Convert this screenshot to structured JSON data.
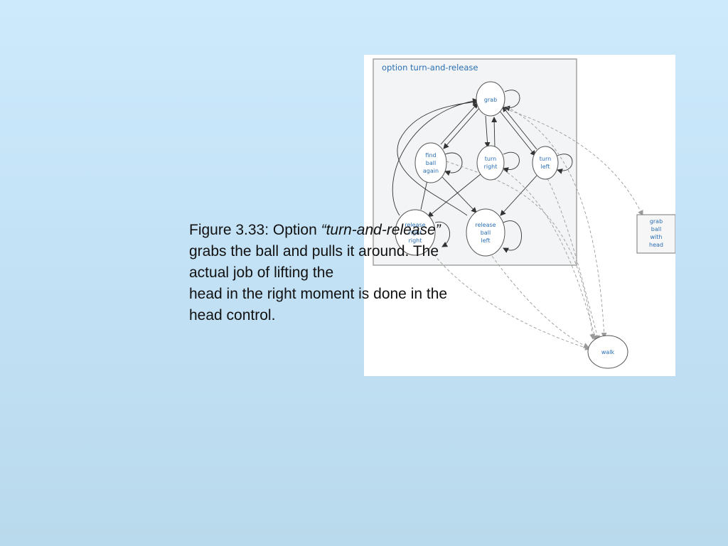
{
  "slide": {
    "background_top": "#cdeafc",
    "background_bottom": "#b9d9ec"
  },
  "diagram": {
    "cluster_label": "option turn-and-release",
    "nodes": {
      "grab": [
        "grab"
      ],
      "find_ball_again": [
        "find",
        "ball",
        "again"
      ],
      "turn_right": [
        "turn",
        "right"
      ],
      "turn_left": [
        "turn",
        "left"
      ],
      "release_right": [
        "release",
        "right",
        "right"
      ],
      "release_left": [
        "release",
        "ball",
        "left"
      ],
      "grab_ball_with_head": [
        "grab",
        "ball",
        "with",
        "head"
      ],
      "walk": [
        "walk"
      ]
    },
    "colors": {
      "label": "#2a6fb3",
      "cluster_fill": "#f3f4f6",
      "edge": "#333333",
      "dashed_edge": "#999999"
    }
  },
  "caption": {
    "prefix": "Figure 3.33: Option ",
    "option_name": "“turn-and-release”",
    "line2": "grabs the ball and pulls it around. The",
    "line3": "actual job of lifting the",
    "line4": "head in the right moment is done in the",
    "line5": "head control."
  }
}
